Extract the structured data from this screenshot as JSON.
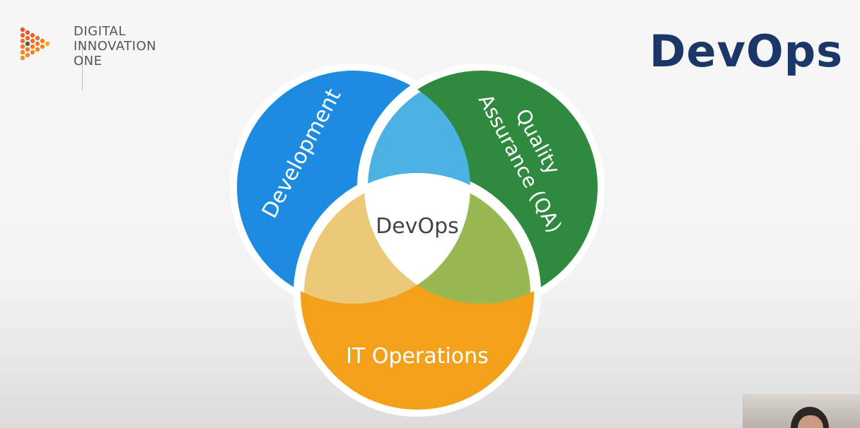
{
  "brand": {
    "lines": [
      "DIGITAL",
      "INNOVATION",
      "ONE"
    ]
  },
  "title": "DevOps",
  "venn": {
    "center": "DevOps",
    "development": "Development",
    "qa_line1": "Quality",
    "qa_line2": "Assurance (QA)",
    "operations": "IT Operations"
  },
  "colors": {
    "development": "#1c8be0",
    "qa": "#2f8a3f",
    "operations": "#f3a11a",
    "dev_qa_overlap": "#4cb2e4",
    "dev_ops_overlap": "#ecc978",
    "qa_ops_overlap": "#98b854",
    "title": "#1b3767"
  }
}
